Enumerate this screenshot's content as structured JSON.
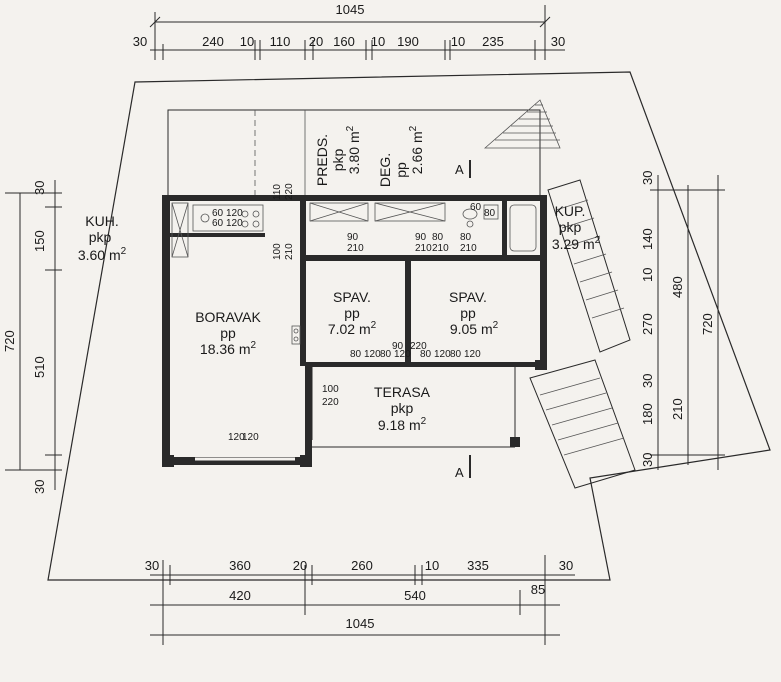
{
  "top_dims": {
    "total": "1045",
    "segments": [
      "30",
      "240",
      "10",
      "110",
      "20",
      "160",
      "10",
      "190",
      "10",
      "235",
      "30"
    ]
  },
  "bottom_dims": {
    "row1": [
      "30",
      "360",
      "20",
      "260",
      "10",
      "335",
      "30"
    ],
    "row2": [
      "420",
      "540",
      "85"
    ],
    "total": "1045"
  },
  "left_dims": [
    "30",
    "150",
    "510",
    "30"
  ],
  "left_total": "720",
  "right_dims_inner": [
    "30",
    "140",
    "10",
    "270",
    "30",
    "180",
    "30"
  ],
  "right_dims_mid": [
    "480",
    "210"
  ],
  "right_total": "720",
  "rooms": {
    "kuh": {
      "name": "KUH.",
      "floor": "pkp",
      "area": "3.60 m",
      "sup": "2"
    },
    "boravak": {
      "name": "BORAVAK",
      "floor": "pp",
      "area": "18.36 m",
      "sup": "2"
    },
    "preds": {
      "name": "PREDS.",
      "floor": "pkp",
      "area": "3.80 m",
      "sup": "2"
    },
    "deg": {
      "name": "DEG.",
      "floor": "pp",
      "area": "2.66 m",
      "sup": "2"
    },
    "spav1": {
      "name": "SPAV.",
      "floor": "pp",
      "area": "7.02 m",
      "sup": "2"
    },
    "spav2": {
      "name": "SPAV.",
      "floor": "pp",
      "area": "9.05 m",
      "sup": "2"
    },
    "kup": {
      "name": "KUP.",
      "floor": "pkp",
      "area": "3.29 m",
      "sup": "2"
    },
    "terasa": {
      "name": "TERASA",
      "floor": "pkp",
      "area": "9.18 m",
      "sup": "2"
    }
  },
  "section_mark": "A",
  "openings": {
    "kuh_window": [
      "60",
      "120",
      "60",
      "120"
    ],
    "kuh_door": [
      "100",
      "210"
    ],
    "preds_window": [
      "110",
      "220"
    ],
    "preds_door": [
      "90",
      "210"
    ],
    "deg_door": [
      "80",
      "210"
    ],
    "spav2_door": [
      "90",
      "210"
    ],
    "kup_door": [
      "80",
      "210"
    ],
    "spav1_win": [
      "80",
      "120",
      "80",
      "120"
    ],
    "spav1_door": [
      "90",
      "220"
    ],
    "spav2_win": [
      "80",
      "120",
      "80",
      "120"
    ],
    "terasa_door": [
      "100",
      "220"
    ],
    "bor_window": [
      "120",
      "120"
    ],
    "kup_window": [
      "60",
      "80"
    ]
  }
}
